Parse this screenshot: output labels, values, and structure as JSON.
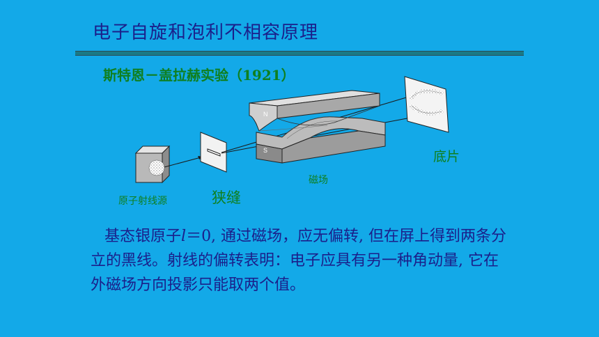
{
  "title": "电子自旋和泡利不相容原理",
  "subtitle": "斯特恩－盖拉赫实验（1921）",
  "labels": {
    "source": "原子射线源",
    "slit": "狭缝",
    "field": "磁场",
    "film": "底片",
    "pole_north": "N",
    "pole_south": "S"
  },
  "body": {
    "p1": "基态银原子",
    "var": "l",
    "p2": "＝0, 通过磁场，应无偏转, 但在屏上得到两条分立的黑线。射线的偏转表明：电子应具有另一种角动量, 它在外磁场方向投影只能取两个值。"
  },
  "colors": {
    "background": "#13a9e8",
    "title": "#1b1f8a",
    "label_green": "#0f7f1f",
    "rule": "#1a7a86"
  }
}
